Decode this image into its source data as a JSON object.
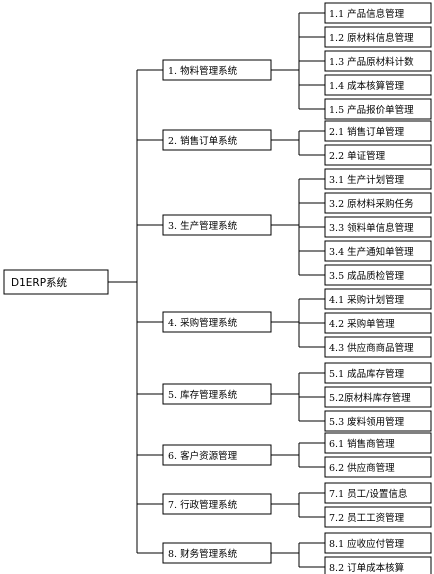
{
  "tree": {
    "root": "D1ERP系统",
    "modules": [
      {
        "label": "1. 物料管理系统",
        "items": [
          "1.1 产品信息管理",
          "1.2 原材料信息管理",
          "1.3 产品原材料计数",
          "1.4 成本核算管理",
          "1.5 产品报价单管理"
        ]
      },
      {
        "label": "2. 销售订单系统",
        "items": [
          "2.1 销售订单管理",
          "2.2 单证管理"
        ]
      },
      {
        "label": "3. 生产管理系统",
        "items": [
          "3.1 生产计划管理",
          "3.2 原材料采购任务",
          "3.3 领料单信息管理",
          "3.4 生产通知单管理",
          "3.5 成品质检管理"
        ]
      },
      {
        "label": "4. 采购管理系统",
        "items": [
          "4.1 采购计划管理",
          "4.2 采购单管理",
          "4.3 供应商商品管理"
        ]
      },
      {
        "label": "5. 库存管理系统",
        "items": [
          "5.1 成品库存管理",
          "5.2原材料库存管理",
          "5.3 废料领用管理"
        ]
      },
      {
        "label": "6. 客户资源管理",
        "items": [
          "6.1 销售商管理",
          "6.2 供应商管理"
        ]
      },
      {
        "label": "7. 行政管理系统",
        "items": [
          "7.1 员工/设置信息",
          "7.2 员工工资管理"
        ]
      },
      {
        "label": "8. 财务管理系统",
        "items": [
          "8.1 应收应付管理",
          "8.2 订单成本核算"
        ]
      }
    ]
  }
}
